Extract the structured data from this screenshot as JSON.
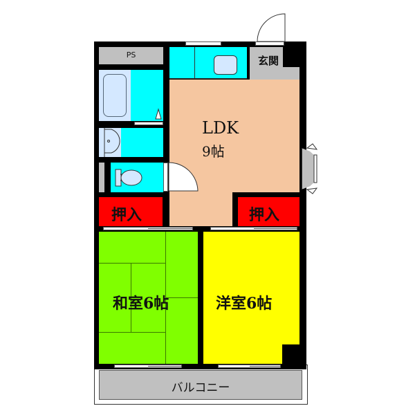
{
  "floorplan": {
    "rooms": {
      "ldk": {
        "label_line1": "LDK",
        "label_line2": "9帖",
        "color": "#F5C6A0"
      },
      "washitsu": {
        "label": "和室6帖",
        "color": "#80FF00"
      },
      "yoshitsu": {
        "label": "洋室6帖",
        "color": "#FFFF00"
      },
      "oshiire_left": {
        "label": "押入",
        "color": "#FF0000"
      },
      "oshiire_right": {
        "label": "押入",
        "color": "#FF0000"
      },
      "genkan": {
        "label": "玄関",
        "color": "#C0C0C0"
      },
      "ps": {
        "label": "PS",
        "color": "#C0C0C0"
      },
      "balcony": {
        "label": "バルコニー",
        "color": "#C0C0C0"
      },
      "bath": {
        "color": "#00FFFF",
        "fixture_color": "#D4E8FF"
      },
      "washroom": {
        "color": "#00FFFF"
      },
      "toilet": {
        "color": "#00FFFF"
      },
      "kitchen": {
        "color": "#00FFFF"
      }
    },
    "wall_color": "#000000"
  }
}
